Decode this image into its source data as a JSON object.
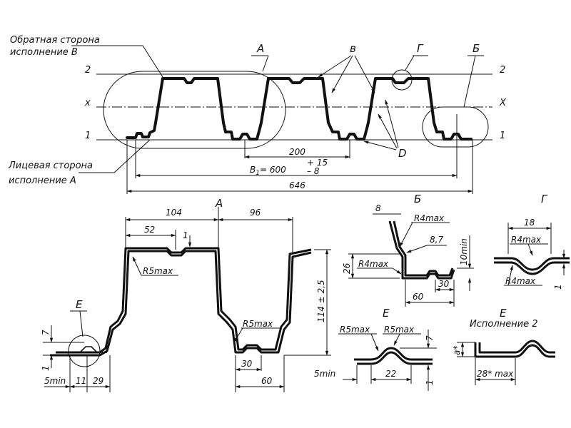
{
  "labels": {
    "back_side_1": "Обратная сторона",
    "back_side_2": "исполнение В",
    "face_side_1": "Лицевая сторона",
    "face_side_2": "исполнение  А",
    "line2": "2",
    "linex": "x",
    "line1": "1",
    "line2r": "2",
    "linexr": "X",
    "line1r": "1",
    "A_top": "A",
    "V_top": "в",
    "G_top": "Г",
    "B_top": "Б",
    "D_mark": "D",
    "A_detail": "A",
    "B_detail": "Б",
    "G_detail": "Г",
    "E_main": "E",
    "E_detail": "E",
    "E_variant": "E",
    "variant2": "Исполнение 2"
  },
  "dimensions": {
    "d200": "200",
    "d_b1": "B",
    "d_b1_sub": "1",
    "d_b1_eq": "= 600",
    "d_b1_tol_up": "+ 15",
    "d_b1_tol_dn": "– 8",
    "d646": "646",
    "d104": "104",
    "d96": "96",
    "d52": "52",
    "d1a": "1",
    "r5max_a": "R5max",
    "r5max_b": "R5max",
    "d114": "114 ± 2,5",
    "d30": "30",
    "d60": "60",
    "d7": "7",
    "d1b": "1",
    "d5min": "5min",
    "d11": "11",
    "d29": "29",
    "b_8": "8",
    "b_r4": "R4max",
    "b_87": "8,7",
    "b_26": "26",
    "b_r4b": "R4max",
    "b_10min": "10min",
    "b_60": "60",
    "b_30": "30",
    "g_18": "18",
    "g_r4a": "R4max",
    "g_r4b": "R4max",
    "g_1": "1",
    "e_r5a": "R5max",
    "e_r5b": "R5max",
    "e_7": "7",
    "e_1": "1",
    "e_5min": "5min",
    "e_22": "22",
    "v2_a": "a*",
    "v2_28": "28* max"
  }
}
